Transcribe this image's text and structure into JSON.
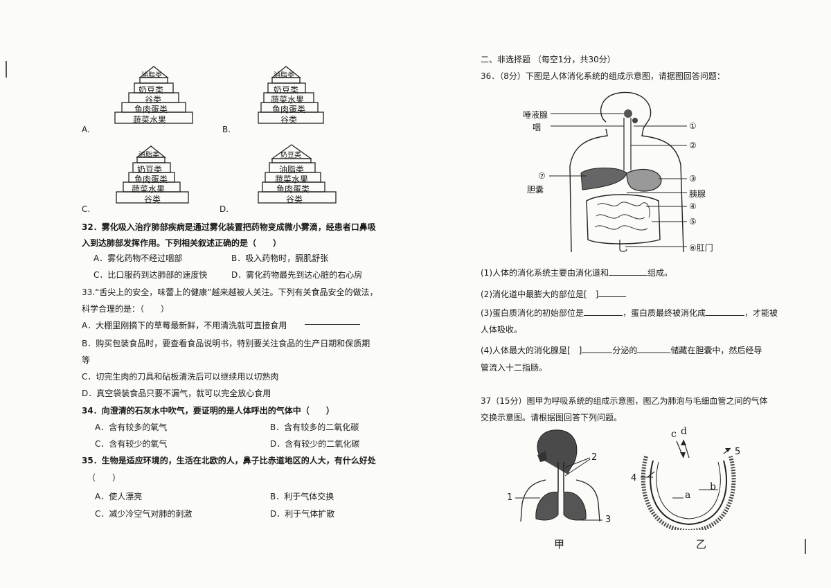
{
  "left": {
    "pyramids": [
      {
        "letter": "A.",
        "tiers": [
          "油脂类",
          "奶豆类",
          "谷类",
          "鱼肉蛋类",
          "蔬菜水果"
        ]
      },
      {
        "letter": "B.",
        "tiers": [
          "油脂类",
          "奶豆类",
          "蔬菜水果",
          "鱼肉蛋类",
          "谷类"
        ]
      },
      {
        "letter": "C.",
        "tiers": [
          "油脂类",
          "奶豆类",
          "鱼肉蛋类",
          "蔬菜水果",
          "谷类"
        ]
      },
      {
        "letter": "D.",
        "tiers": [
          "奶豆类",
          "油脂类",
          "蔬菜水果",
          "鱼肉蛋类",
          "谷类"
        ]
      }
    ],
    "q32": {
      "line1": "32．雾化吸入治疗肺部疾病是通过雾化装置把药物变成微小雾滴，经患者口鼻吸",
      "line2": "入到达肺部发挥作用。下列相关叙述正确的是（　　）",
      "optA": "A．雾化药物不经过咽部",
      "optB": "B．吸入药物时，膈肌舒张",
      "optC": "C．比口服药到达肺部的速度快",
      "optD": "D．雾化药物最先到达心脏的右心房"
    },
    "q33": {
      "line1": "33.“舌尖上的安全，味蕾上的健康”越来越被人关注。下列有关食品安全的做法，",
      "line2": "科学合理的是：（　　）",
      "optA": "A．大棚里刚摘下的草莓最新鲜，不用清洗就可直接食用",
      "optB1": "B．购买包装食品时，要查看食品说明书，特别要关注食品的生产日期和保质期",
      "optB2": "等",
      "optC": "C．切完生肉的刀具和砧板清洗后可以继续用以切熟肉",
      "optD": "D．真空袋装食品只要不漏气，就可以完全放心食用"
    },
    "q34": {
      "stem": "34．向澄清的石灰水中吹气，要证明的是人体呼出的气体中（　　）",
      "optA": "A．含有较多的氧气",
      "optB": "B．含有较多的二氧化碳",
      "optC": "C．含有较少的氧气",
      "optD": "D．含有较少的二氧化碳"
    },
    "q35": {
      "line1": "35．生物是适应环境的，生活在北欧的人，鼻子比赤道地区的人大，有什么好处",
      "line2": "（　　）",
      "optA": "A．使人漂亮",
      "optB": "B．利于气体交换",
      "optC": "C．减少冷空气对肺的刺激",
      "optD": "D．利于气体扩散"
    }
  },
  "right": {
    "section_title": "二、非选择题 （每空1分，共30分）",
    "q36": {
      "stem": "36．（8分）下图是人体消化系统的组成示意图，请据图回答问题：",
      "labels": {
        "salivary": "唾液腺",
        "pharynx": "咽",
        "gallbladder": "胆囊",
        "pancreas": "胰腺",
        "anus": "⑥肛门",
        "n1": "①",
        "n2": "②",
        "n3": "③",
        "n4": "④",
        "n5": "⑤",
        "n7": "⑦"
      },
      "sub1a": "(1)人体的消化系统主要由消化道和",
      "sub1b": "组成。",
      "sub2": "(2)消化道中最膨大的部位是[　]",
      "sub3a": "(3)蛋白质消化的初始部位是",
      "sub3b": "，蛋白质最终被消化成",
      "sub3c": "，才能被",
      "sub3d": "人体吸收。",
      "sub4a": "(4)人体最大的消化腺是[　]",
      "sub4b": "分泌的",
      "sub4c": "储藏在胆囊中，然后经导",
      "sub4d": "管流入十二指肠。"
    },
    "q37": {
      "line1": "37（15分）图甲为呼吸系统的组成示意图，图乙为肺泡与毛细血管之间的气体",
      "line2": "交换示意图。请根据图回答下列问题。",
      "fig_jia": "甲",
      "fig_yi": "乙",
      "jia_labels": {
        "n1": "1",
        "n2": "2",
        "n3": "3"
      },
      "yi_labels": {
        "a": "a",
        "b": "b",
        "c": "c",
        "d": "d",
        "n4": "4",
        "n5": "5"
      }
    }
  }
}
